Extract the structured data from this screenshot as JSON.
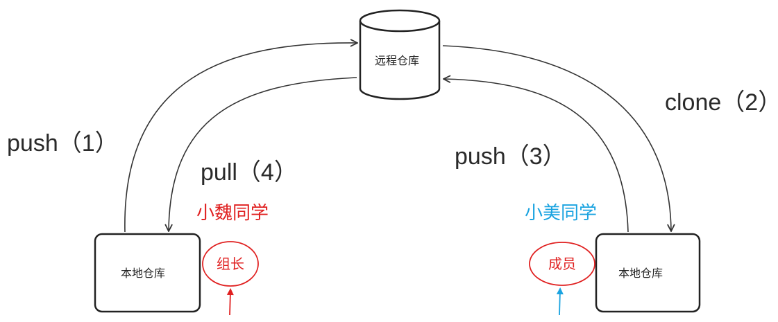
{
  "nodes": {
    "remote_repo": "远程仓库",
    "local_repo_left": "本地仓库",
    "local_repo_right": "本地仓库"
  },
  "edges": {
    "push_1": "push（1）",
    "pull_4": "pull（4）",
    "push_3": "push（3）",
    "clone_2": "clone（2）"
  },
  "people": {
    "left": {
      "name": "小魏同学",
      "role": "组长",
      "color": "#e02020"
    },
    "right": {
      "name": "小美同学",
      "role": "成员",
      "color": "#1aa3e0"
    }
  }
}
